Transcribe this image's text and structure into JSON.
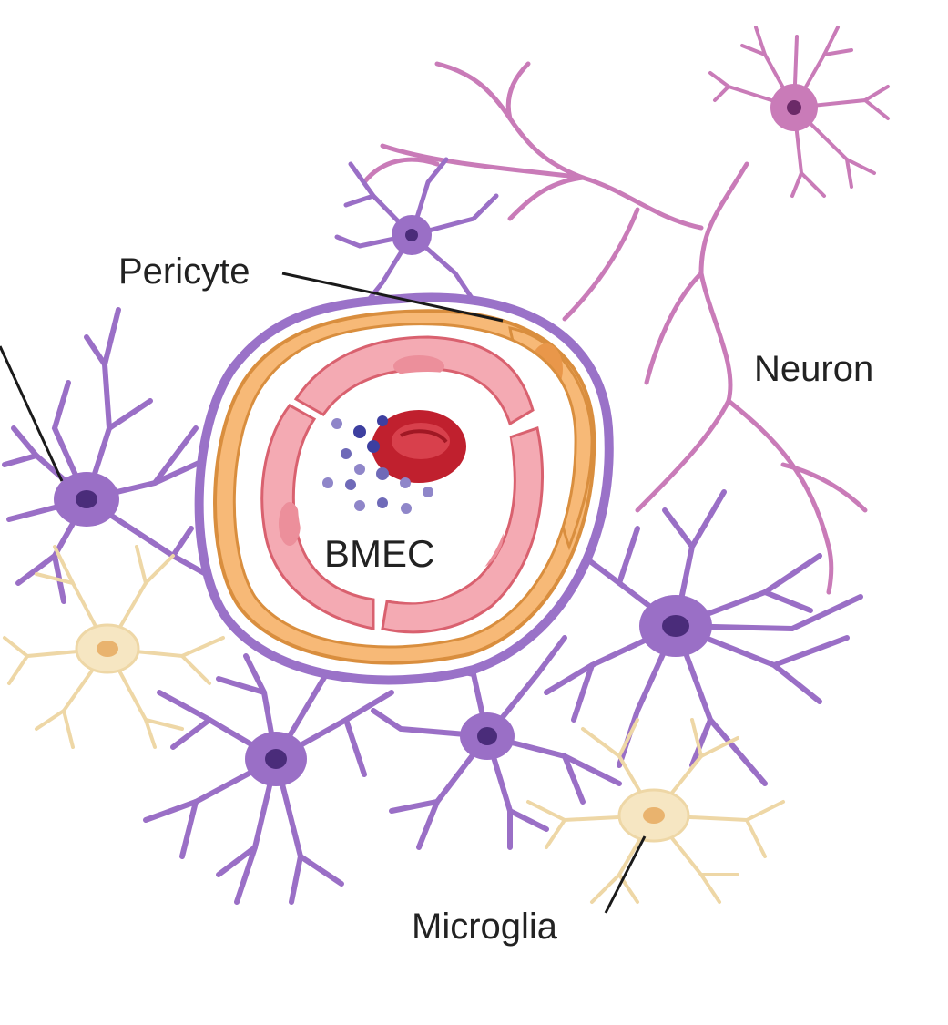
{
  "labels": {
    "pericyte": "Pericyte",
    "neuron": "Neuron",
    "bmec": "BMEC",
    "microglia": "Microglia"
  },
  "colors": {
    "astrocyte": "#9a6fc6",
    "astrocyte_nucleus": "#4a2c7a",
    "neuron": "#c97bb8",
    "pericyte": "#f5b36e",
    "endothelium": "#f2a2ad",
    "red_blood_cell": "#c82a36",
    "microglia": "#f2ddb0",
    "basement_membrane": "#9a72c8"
  }
}
